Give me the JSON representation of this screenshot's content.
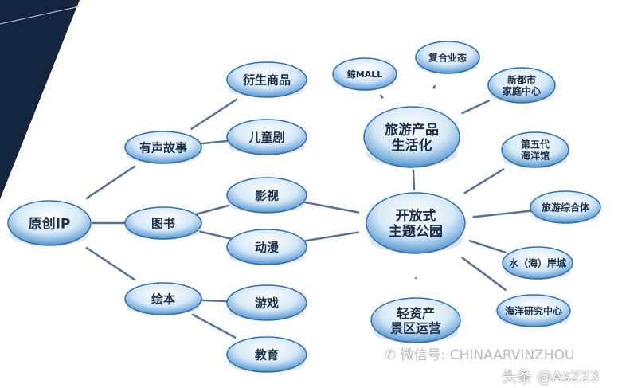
{
  "nodes": {
    "root": [
      "原创IP"
    ],
    "audio": [
      "有声故事"
    ],
    "book": [
      "图书"
    ],
    "picture": [
      "绘本"
    ],
    "merch": [
      "衍生商品"
    ],
    "drama": [
      "儿童剧"
    ],
    "film": [
      "影视"
    ],
    "anime": [
      "动漫"
    ],
    "game": [
      "游戏"
    ],
    "edu": [
      "教育"
    ],
    "tourism": [
      "旅游产品",
      "生活化"
    ],
    "park": [
      "开放式",
      "主题公园"
    ],
    "light": [
      "轻资产",
      "景区运营"
    ],
    "mall": [
      "鲸MALL"
    ],
    "complex": [
      "复合业态"
    ],
    "family": [
      "新都市",
      "家庭中心"
    ],
    "aquarium": [
      "第五代",
      "海洋馆"
    ],
    "resort": [
      "旅游综合体"
    ],
    "shore": [
      "水（海）岸城"
    ],
    "ocean": [
      "海洋研究中心"
    ]
  },
  "edges": [
    [
      "root",
      "audio"
    ],
    [
      "root",
      "book"
    ],
    [
      "root",
      "picture"
    ],
    [
      "audio",
      "merch"
    ],
    [
      "audio",
      "drama"
    ],
    [
      "book",
      "film"
    ],
    [
      "book",
      "anime"
    ],
    [
      "picture",
      "game"
    ],
    [
      "picture",
      "edu"
    ],
    [
      "film",
      "park"
    ],
    [
      "anime",
      "park"
    ],
    [
      "tourism",
      "park"
    ],
    [
      "park",
      "light"
    ],
    [
      "tourism",
      "mall"
    ],
    [
      "tourism",
      "complex"
    ],
    [
      "tourism",
      "family"
    ],
    [
      "park",
      "aquarium"
    ],
    [
      "park",
      "resort"
    ],
    [
      "park",
      "shore"
    ],
    [
      "park",
      "ocean"
    ]
  ],
  "watermark": {
    "wechat": "微信号: CHINAARVINZHOU",
    "toutiao": "头条 @As223"
  },
  "colors": {
    "accent": "#2f6fb0",
    "line": "#5a6f96",
    "corner": "#142540"
  }
}
